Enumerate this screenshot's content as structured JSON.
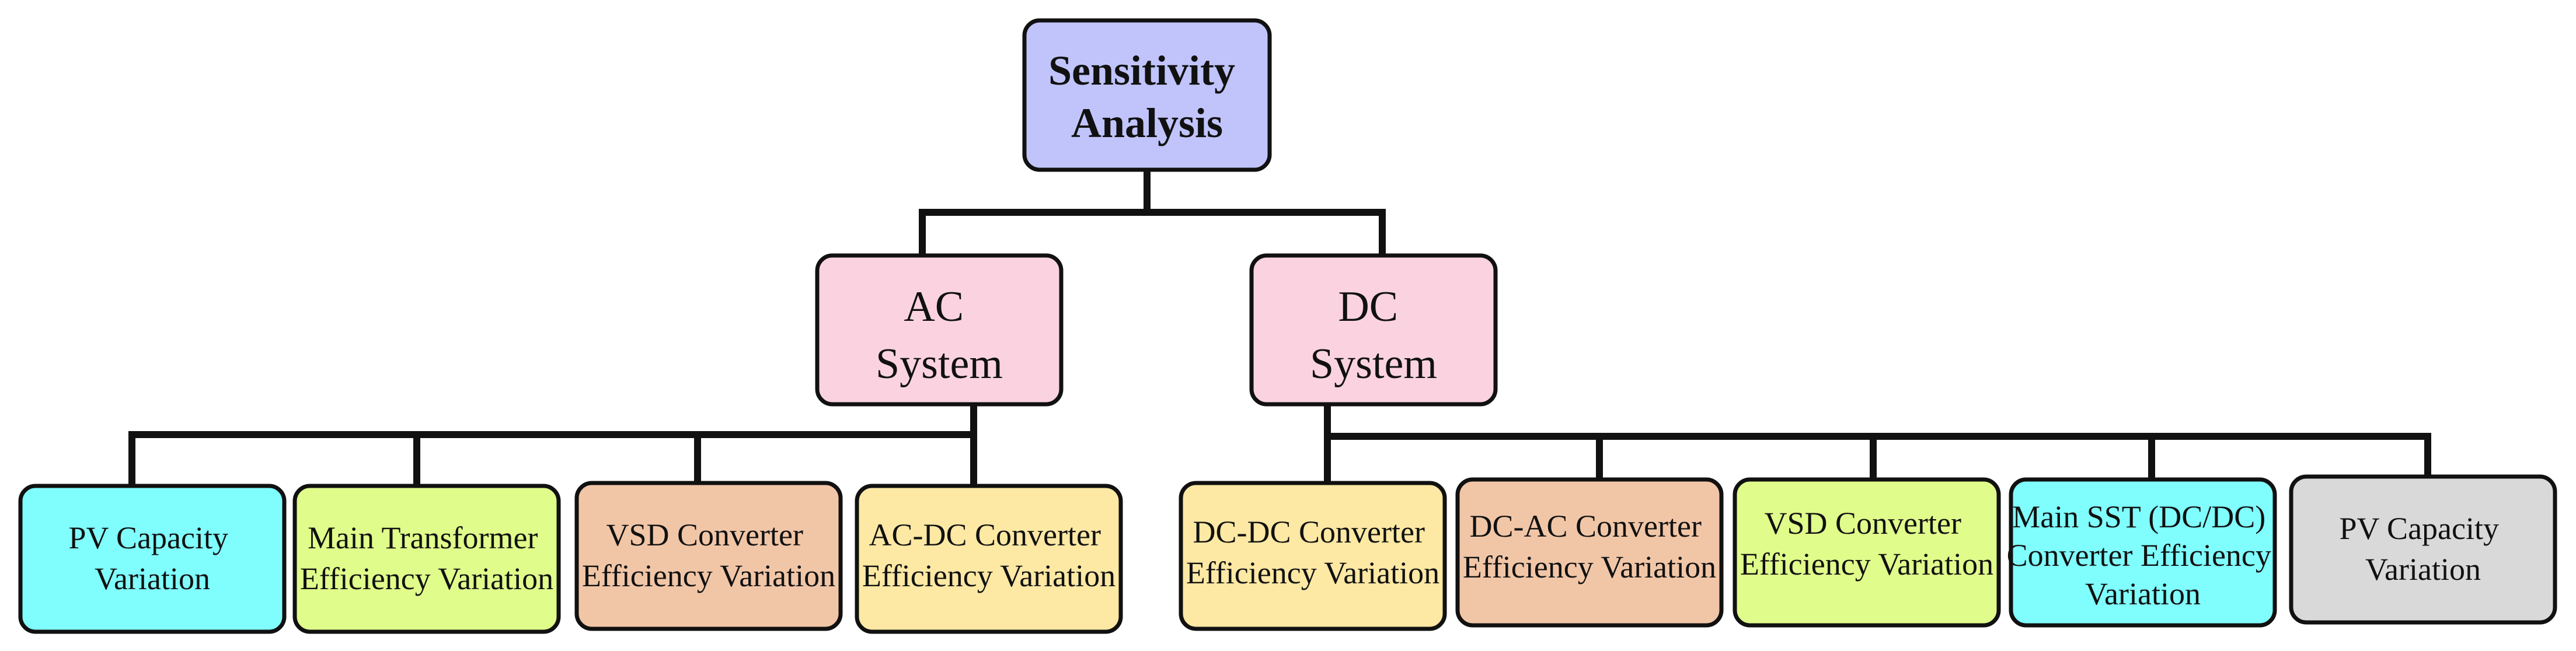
{
  "root": {
    "lines": [
      "Sensitivity",
      "Analysis"
    ],
    "color": "#c0c4fb"
  },
  "systems": [
    {
      "lines": [
        "AC",
        "System"
      ],
      "color": "#fbd3e0",
      "children": [
        {
          "lines": [
            "PV Capacity",
            "Variation"
          ],
          "color": "#80fdfd"
        },
        {
          "lines": [
            "Main Transformer",
            "Efficiency Variation"
          ],
          "color": "#e0fc8b"
        },
        {
          "lines": [
            "VSD Converter",
            "Efficiency Variation"
          ],
          "color": "#f1c6a7"
        },
        {
          "lines": [
            "AC-DC Converter",
            "Efficiency Variation"
          ],
          "color": "#fde8a4"
        }
      ]
    },
    {
      "lines": [
        "DC",
        "System"
      ],
      "color": "#fbd3e0",
      "children": [
        {
          "lines": [
            "DC-DC Converter",
            "Efficiency Variation"
          ],
          "color": "#fde8a4"
        },
        {
          "lines": [
            "DC-AC Converter",
            "Efficiency Variation"
          ],
          "color": "#f1c6a7"
        },
        {
          "lines": [
            "VSD Converter",
            "Efficiency Variation"
          ],
          "color": "#e0fc8b"
        },
        {
          "lines": [
            "Main SST (DC/DC)",
            "Converter Efficiency",
            "Variation"
          ],
          "color": "#80fdfd"
        },
        {
          "lines": [
            "PV Capacity",
            "Variation"
          ],
          "color": "#d9d9d9"
        }
      ]
    }
  ],
  "style": {
    "stroke": "#111111",
    "text": "#111111"
  }
}
